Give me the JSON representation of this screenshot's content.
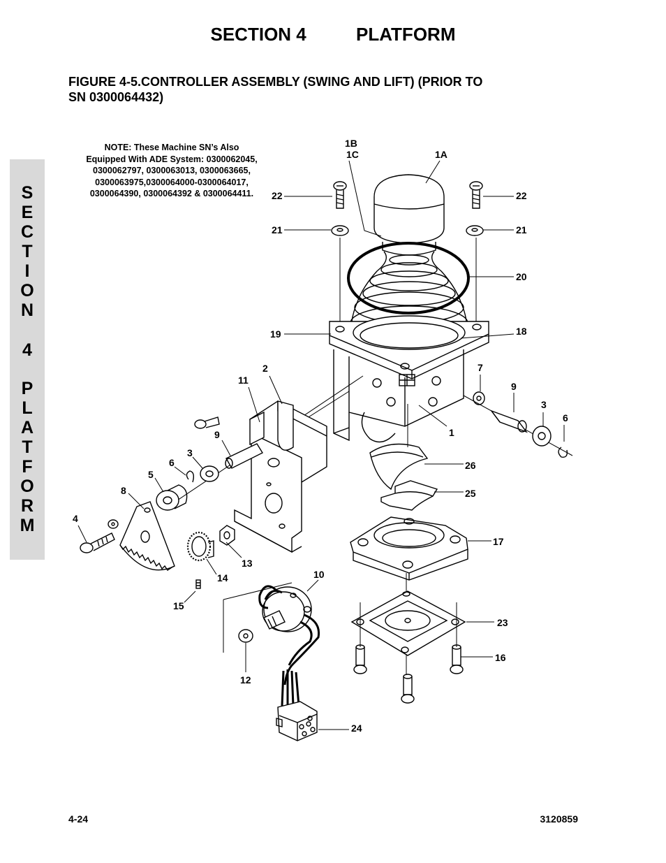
{
  "header": {
    "section": "SECTION 4",
    "title": "PLATFORM"
  },
  "figure": {
    "title_line1": "FIGURE 4-5.CONTROLLER ASSEMBLY (SWING AND LIFT) (PRIOR TO",
    "title_line2": "SN 0300064432)"
  },
  "side_tab": {
    "letters": [
      "S",
      "E",
      "C",
      "T",
      "I",
      "O",
      "N",
      "4",
      "P",
      "L",
      "A",
      "T",
      "F",
      "O",
      "R",
      "M"
    ]
  },
  "note": {
    "lines": [
      "NOTE:  These Machine SN’s Also",
      "Equipped With ADE System:  0300062045,",
      "0300062797, 0300063013, 0300063665,",
      "0300063975,0300064000-0300064017,",
      "0300064390, 0300064392 & 0300064411."
    ]
  },
  "callouts": {
    "1B": "1B",
    "1C": "1C",
    "1A": "1A",
    "22L": "22",
    "22R": "22",
    "21L": "21",
    "21R": "21",
    "20": "20",
    "19": "19",
    "18": "18",
    "2": "2",
    "11": "11",
    "7": "7",
    "9R": "9",
    "3R": "3",
    "6R": "6",
    "9L": "9",
    "3L": "3",
    "6L": "6",
    "5": "5",
    "8": "8",
    "4": "4",
    "1": "1",
    "26": "26",
    "25": "25",
    "17": "17",
    "13": "13",
    "14": "14",
    "15": "15",
    "10": "10",
    "23": "23",
    "16": "16",
    "12": "12",
    "24": "24"
  },
  "footer": {
    "page": "4-24",
    "doc": "3120859"
  }
}
